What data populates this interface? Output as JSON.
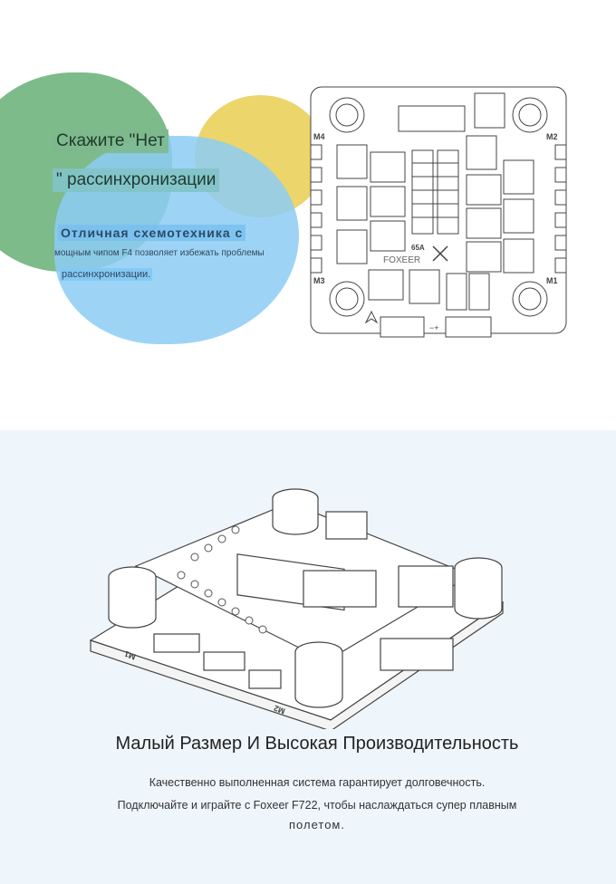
{
  "hero": {
    "heading_line1": "Скажите \"Нет",
    "heading_line2": "\" рассинхронизации",
    "subheading": "Отличная схемотехника с",
    "body_line1": "мощным чипом F4 позволяет избежать проблемы",
    "body_line2": "рассинхронизации."
  },
  "esc_diagram": {
    "motor_labels": [
      "M4",
      "M2",
      "M3",
      "M1"
    ],
    "rating": "65A",
    "brand": "FOXEER",
    "polarity": "−+"
  },
  "board_3d": {
    "motor_labels": [
      "M1",
      "M2"
    ]
  },
  "feature": {
    "title": "Малый Размер И Высокая Производительность",
    "line1": "Качественно выполненная система гарантирует долговечность.",
    "line2": "Подключайте и играйте с Foxeer F722, чтобы наслаждаться супер плавным",
    "line3": "полетом."
  },
  "colors": {
    "green": "#7dbb8a",
    "yellow": "#ecd56a",
    "blue": "#9bd3f5",
    "bottom_bg": "#eef5fb"
  }
}
